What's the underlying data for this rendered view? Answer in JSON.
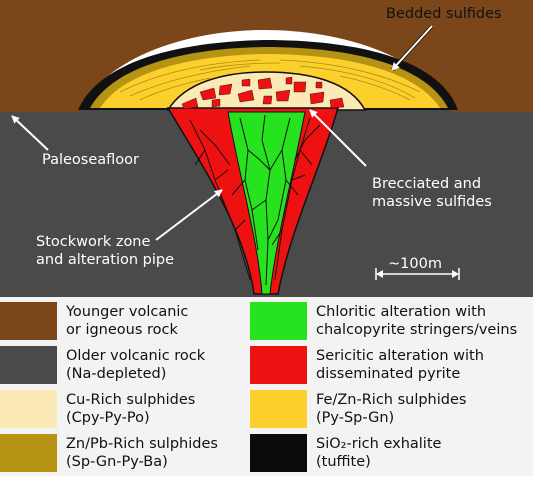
{
  "labels": {
    "bedded": "Bedded sulfides",
    "paleo": "Paleoseafloor",
    "breccia_1": "Brecciated and",
    "breccia_2": "massive sulfides",
    "stock_1": "Stockwork zone",
    "stock_2": "and alteration pipe",
    "scale": "~100m"
  },
  "legend": [
    {
      "line1": "Younger volcanic",
      "line2": "or igneous rock",
      "color": "#7b4619"
    },
    {
      "line1": "Chloritic alteration with",
      "line2": "chalcopyrite stringers/veins",
      "color": "#27e31f"
    },
    {
      "line1": "Older volcanic rock",
      "line2": "(Na-depleted)",
      "color": "#4a4a4a"
    },
    {
      "line1": "Sericitic alteration with",
      "line2": "disseminated pyrite",
      "color": "#ee1111"
    },
    {
      "line1": "Cu-Rich sulphides",
      "line2": "(Cpy-Py-Po)",
      "color": "#fbe9b6"
    },
    {
      "line1": "Fe/Zn-Rich sulphides",
      "line2": "(Py-Sp-Gn)",
      "color": "#fbd02c"
    },
    {
      "line1": "Zn/Pb-Rich sulphides",
      "line2": "(Sp-Gn-Py-Ba)",
      "color": "#b69312"
    },
    {
      "line1": "SiO₂-rich exhalite",
      "line2": "(tuffite)",
      "color": "#0b0b0b"
    }
  ]
}
